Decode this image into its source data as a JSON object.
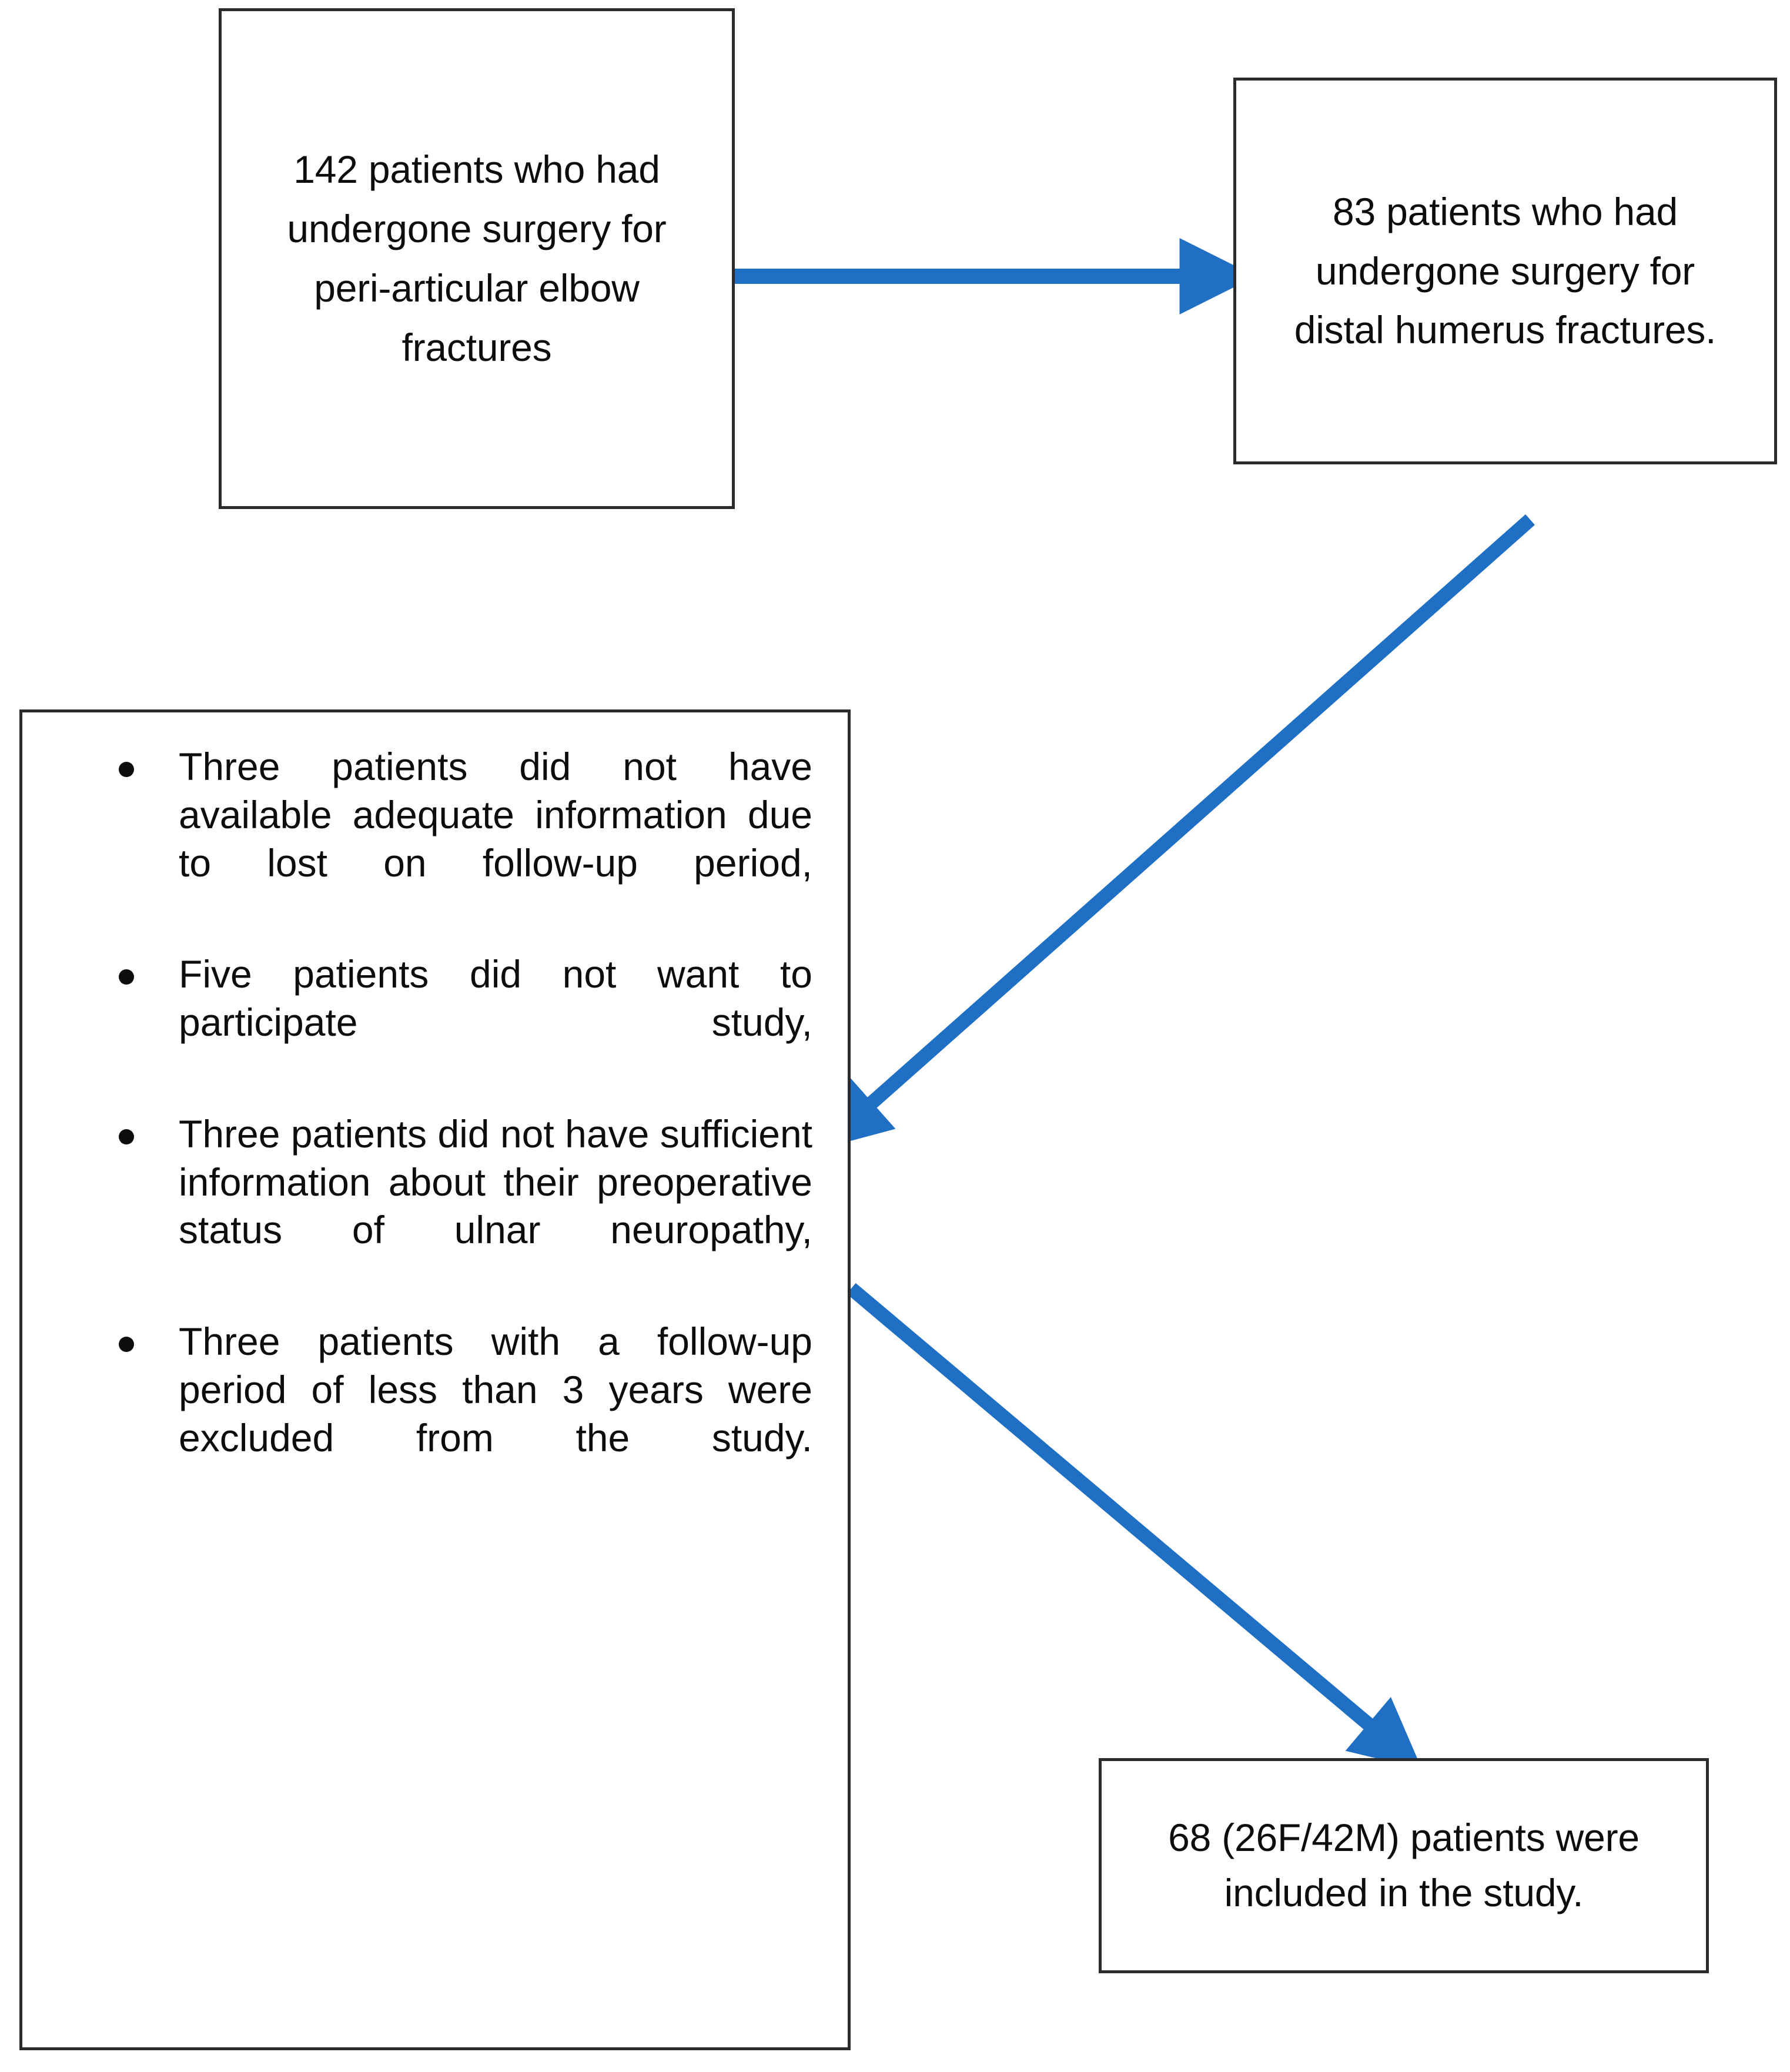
{
  "figure": {
    "type": "flowchart",
    "orientation": "patient-selection / STROBE style",
    "accent_color": "#1F6FC4",
    "box_border_color": "#2B2B2B",
    "text_color": "#0D0D0D",
    "background_color": "#FFFFFF"
  },
  "nodes": {
    "cohort": {
      "id": "cohort",
      "text": "142 patients  who had undergone surgery for peri-articular elbow fractures",
      "count": 142
    },
    "subgroup": {
      "id": "subgroup",
      "text": "83 patients who had undergone surgery for distal humerus fractures.",
      "count": 83
    },
    "excluded": {
      "id": "excluded",
      "bullets": [
        {
          "text": "Three patients did not have available adequate information due to lost on follow-up period,",
          "count": 3
        },
        {
          "text": "Five patients did not want to participate study,",
          "count": 5
        },
        {
          "text": "Three patients did not have sufficient information about their preoperative status of ulnar neuropathy,",
          "count": 3
        },
        {
          "text": " Three patients with a follow-up period of less than 3 years were excluded from the study.",
          "count": 3
        }
      ]
    },
    "included": {
      "id": "included",
      "text": "68 (26F/42M) patients were included in the study.",
      "count": 68,
      "female": 26,
      "male": 42
    }
  },
  "edges": [
    {
      "id": "cohort-to-subgroup",
      "from": "cohort",
      "to": "subgroup",
      "style": "straight-arrow",
      "direction": "right"
    },
    {
      "id": "subgroup-to-excluded",
      "from": "subgroup",
      "to": "excluded",
      "style": "straight-arrow",
      "direction": "down-left"
    },
    {
      "id": "excluded-to-included",
      "from": "excluded",
      "to": "included",
      "style": "straight-arrow",
      "direction": "down-right"
    }
  ]
}
